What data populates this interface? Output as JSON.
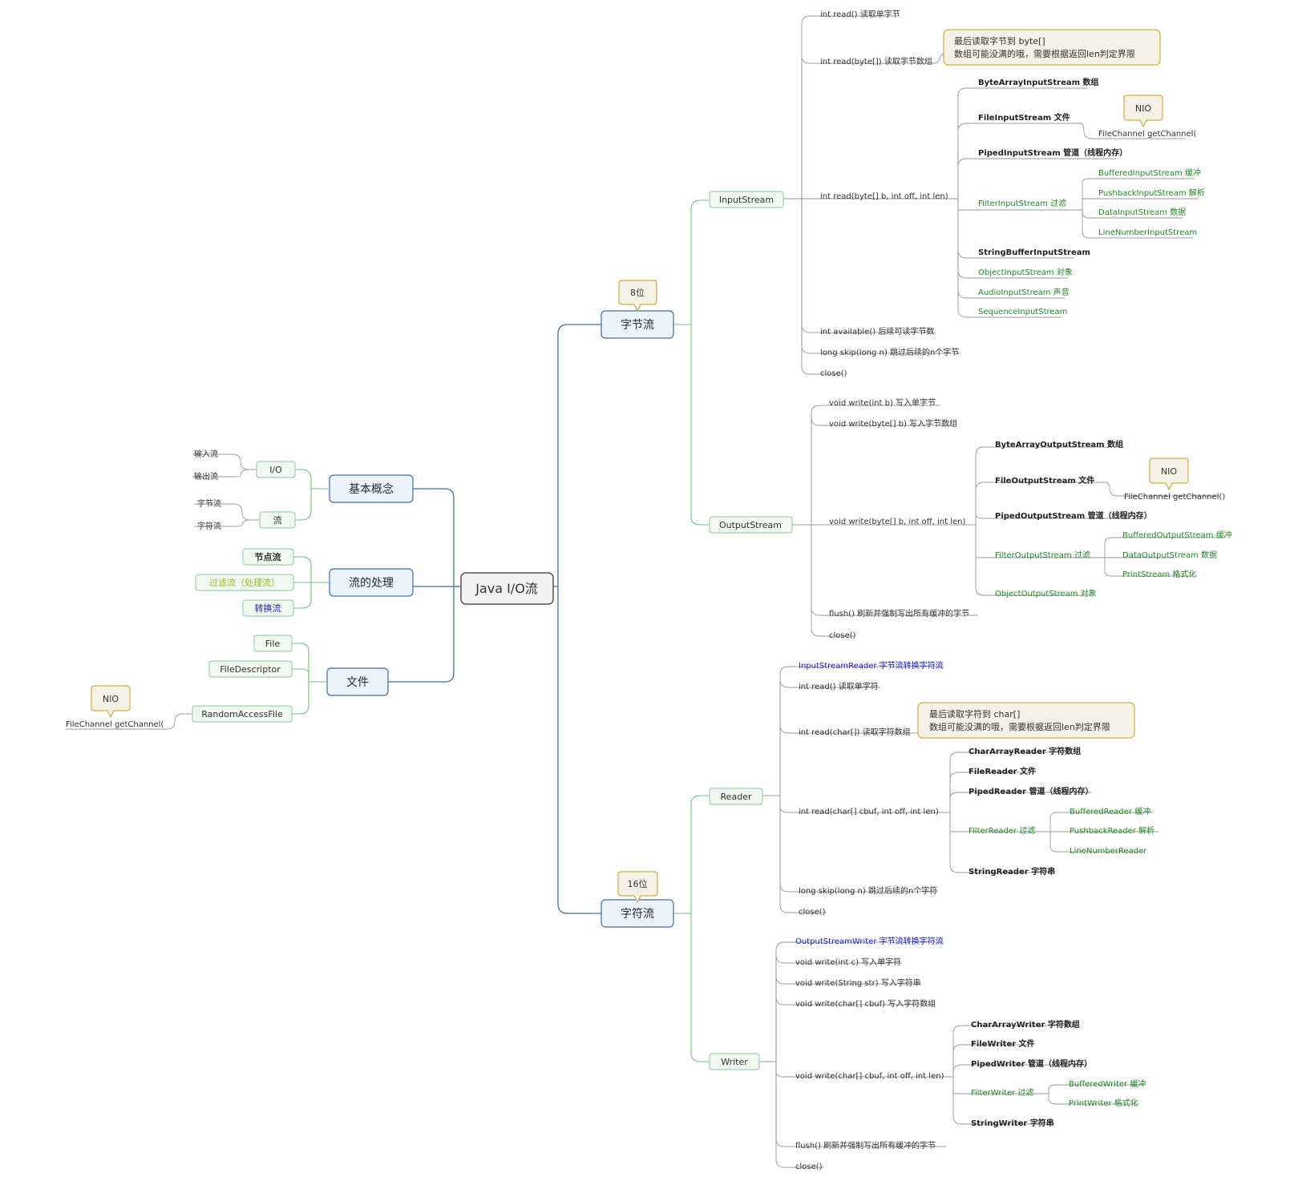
{
  "root": "Java I/O流",
  "basic": {
    "title": "基本概念",
    "io": "I/O",
    "input_stream": "输入流",
    "output_stream": "输出流",
    "stream": "流",
    "byte_stream": "字节流",
    "char_stream": "字符流"
  },
  "processing": {
    "title": "流的处理",
    "node_stream": "节点流",
    "filter_stream": "过滤流（处理流）",
    "convert_stream": "转换流"
  },
  "file": {
    "title": "文件",
    "file": "File",
    "file_descriptor": "FileDescriptor",
    "random_access_file": "RandomAccessFile",
    "nio_label": "NIO",
    "channel": "FileChannel getChannel("
  },
  "byte_stream": {
    "title": "字节流",
    "bits": "8位",
    "input": {
      "title": "InputStream",
      "read_single": "int read()  读取单字节",
      "read_array": "int read(byte[])   读取字节数组",
      "callout_line1": "最后读取字节到 byte[]",
      "callout_line2": "数组可能没满的哦，需要根据返回len判定界限",
      "read_range": "int read(byte[] b, int off, int len)",
      "byte_array": "ByteArrayInputStream 数组",
      "file_input": "FileInputStream 文件",
      "nio": "NIO",
      "file_channel": "FileChannel getChannel(",
      "piped": "PipedInputStream 管道（线程内存）",
      "filter": "FilterInputStream 过滤",
      "buffered": "BufferedInputStream 缓冲",
      "pushback": "PushbackInputStream   解析",
      "data": "DataInputStream 数据",
      "line_number": "LineNumberInputStream",
      "string_buffer": "StringBufferInputStream",
      "object": "ObjectInputStream 对象",
      "audio": "AudioInputStream 声音",
      "sequence": "SequenceInputStream",
      "available": "int available()  后续可读字节数",
      "skip": "long skip(long n) 跳过后续的n个字节",
      "close": "close()"
    },
    "output": {
      "title": "OutputStream",
      "write_single": "void write(int b)  写入单字节",
      "write_array": "void write(byte[] b) 写入字节数组",
      "write_range": "void write(byte[] b, int off, int len)",
      "byte_array": "ByteArrayOutputStream 数组",
      "file_output": "FileOutputStream 文件",
      "nio": "NIO",
      "file_channel": "FileChannel getChannel()",
      "piped": "PipedOutputStream 管道（线程内存）",
      "filter": "FilterOutputStream 过滤",
      "buffered": "BufferedOutputStream 缓冲",
      "data": "DataOutputStream 数据",
      "print": "PrintStream 格式化",
      "object": "ObjectOutputStream 对象",
      "flush": "flush()   刷新并强制写出所有缓冲的字节",
      "close": "close()"
    }
  },
  "char_stream": {
    "title": "字符流",
    "bits": "16位",
    "reader": {
      "title": "Reader",
      "isr": "InputStreamReader  字节流转换字符流",
      "read_single": "int read()  读取单字符",
      "read_array": "int read(char[])   读取字符数组",
      "callout_line1": "最后读取字符到 char[]",
      "callout_line2": "数组可能没满的哦，需要根据返回len判定界限",
      "read_range": "int read(char[] cbuf, int off, int len)",
      "char_array": "CharArrayReader 字符数组",
      "file": "FileReader 文件",
      "piped": "PipedReader 管道（线程内存）",
      "filter": "FilterReader 过滤",
      "buffered": "BufferedReader 缓冲",
      "pushback": "PushbackReader 解析",
      "line_number": "LineNumberReader",
      "string": "StringReader 字符串",
      "skip": "long skip(long n) 跳过后续的n个字符",
      "close": "close()"
    },
    "writer": {
      "title": "Writer",
      "osw": "OutputStreamWriter  字节流转换字符流",
      "write_single": "void write(int c) 写入单字符",
      "write_string": "void write(String str)  写入字符串",
      "write_array": "void write(char[] cbuf) 写入字符数组",
      "write_range": "void write(char[] cbuf, int off, int len)",
      "char_array": "CharArrayWriter  字符数组",
      "file": "FileWriter 文件",
      "piped": "PipedWriter 管道（线程内存）",
      "filter": "FilterWriter 过滤",
      "buffered": "BufferedWriter 缓冲",
      "print": "PrintWriter 格式化",
      "string": "StringWriter 字符串",
      "flush": "flush()   刷新并强制写出所有缓冲的字节",
      "close": "close()"
    }
  }
}
